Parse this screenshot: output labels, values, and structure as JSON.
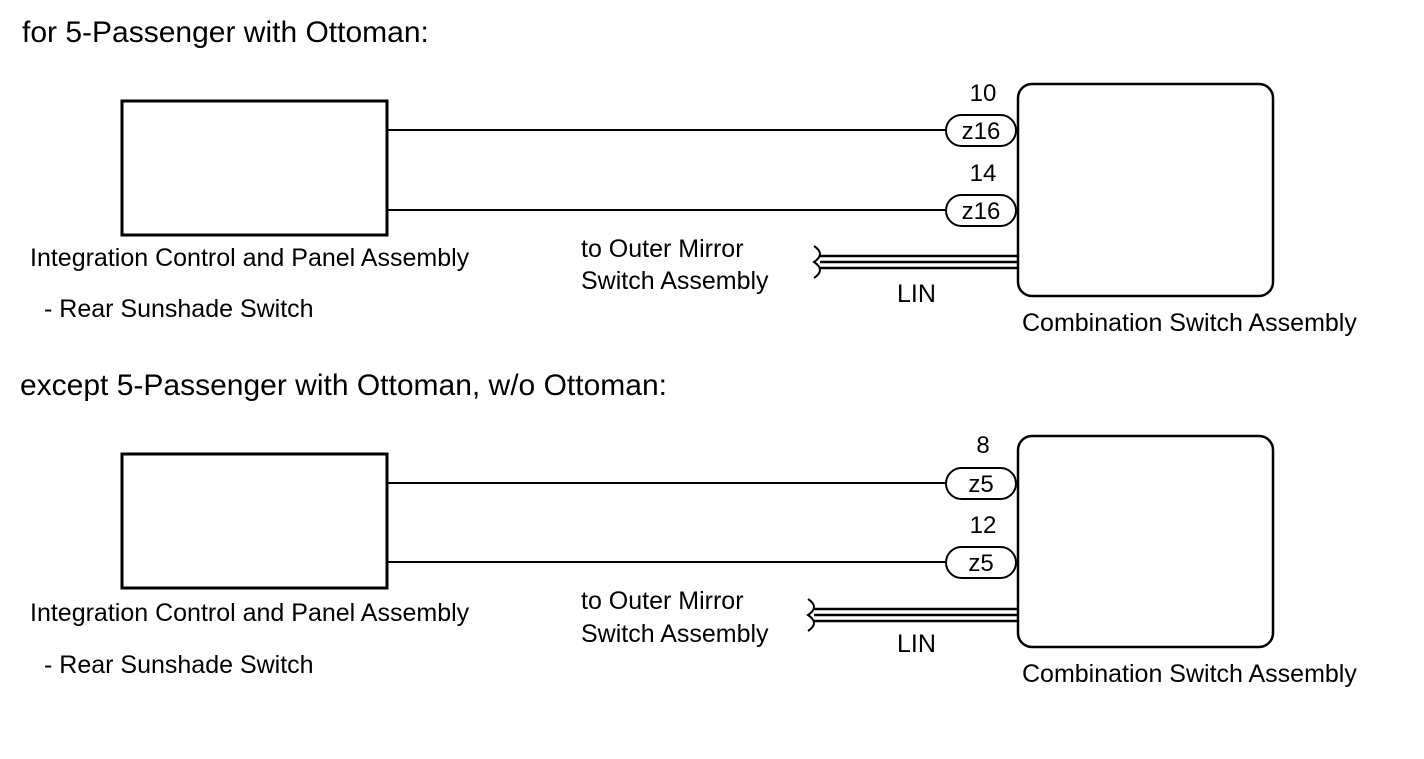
{
  "sections": [
    {
      "title": "for 5-Passenger with Ottoman:",
      "left_component": {
        "name": "Integration Control and Panel Assembly",
        "sub": "- Rear Sunshade Switch"
      },
      "right_component": {
        "name": "Combination Switch Assembly"
      },
      "pins": [
        {
          "number": "10",
          "connector": "z16"
        },
        {
          "number": "14",
          "connector": "z16"
        }
      ],
      "lin": {
        "label": "LIN",
        "to_line1": "to Outer Mirror",
        "to_line2": "Switch Assembly"
      }
    },
    {
      "title": "except 5-Passenger with Ottoman, w/o Ottoman:",
      "left_component": {
        "name": "Integration Control and Panel Assembly",
        "sub": "- Rear Sunshade Switch"
      },
      "right_component": {
        "name": "Combination Switch Assembly"
      },
      "pins": [
        {
          "number": "8",
          "connector": "z5"
        },
        {
          "number": "12",
          "connector": "z5"
        }
      ],
      "lin": {
        "label": "LIN",
        "to_line1": "to Outer Mirror",
        "to_line2": "Switch Assembly"
      }
    }
  ]
}
